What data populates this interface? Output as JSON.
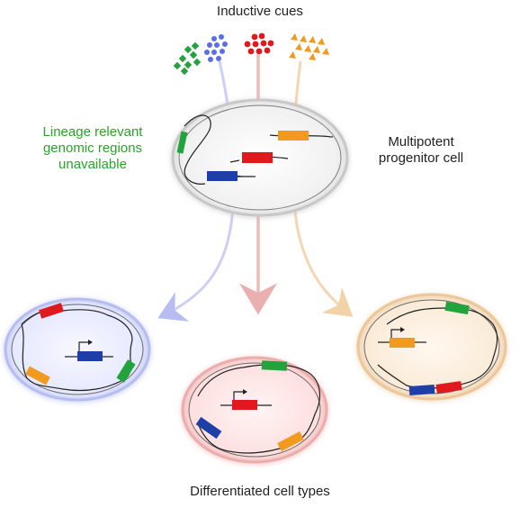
{
  "labels": {
    "title": "Inductive cues",
    "left_line1": "Lineage relevant",
    "left_line2": "genomic regions",
    "left_line3": "unavailable",
    "right_line1": "Multipotent",
    "right_line2": "progenitor cell",
    "bottom": "Differentiated cell types"
  },
  "colors": {
    "green": "#22a33b",
    "blue": "#5b6ee8",
    "red": "#e0191f",
    "orange": "#f29a1e",
    "navy": "#1f3fa8",
    "progenitor_fill": "#f2f2f2",
    "left_cell_fill": "#eef0ff",
    "middle_cell_fill": "#fde3e3",
    "right_cell_fill": "#fbeedd"
  },
  "cues": [
    {
      "name": "green-diamond-cue",
      "color": "green",
      "shape": "diamond"
    },
    {
      "name": "blue-circle-cue",
      "color": "blue",
      "shape": "circle"
    },
    {
      "name": "red-circle-cue",
      "color": "red",
      "shape": "circle"
    },
    {
      "name": "orange-triangle-cue",
      "color": "orange",
      "shape": "triangle"
    }
  ],
  "cell_types": [
    "progenitor",
    "blue-lineage",
    "red-lineage",
    "orange-lineage"
  ]
}
